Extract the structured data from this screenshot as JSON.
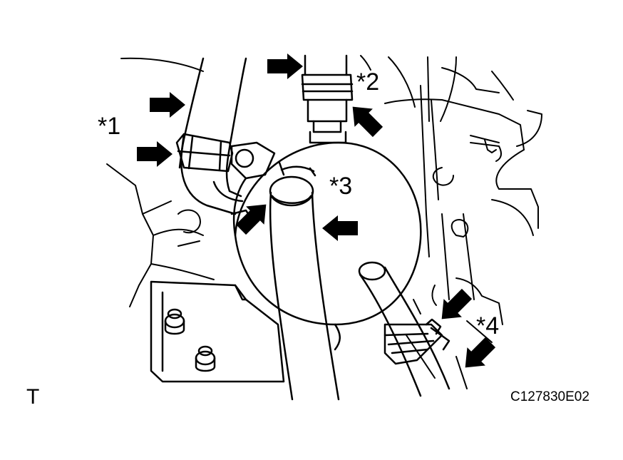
{
  "callouts": {
    "c1": "*1",
    "c2": "*2",
    "c3": "*3",
    "c4": "*4"
  },
  "footer": {
    "view_code": "T",
    "figure_code": "C127830E02"
  },
  "colors": {
    "ink": "#000000",
    "paper": "#ffffff"
  }
}
